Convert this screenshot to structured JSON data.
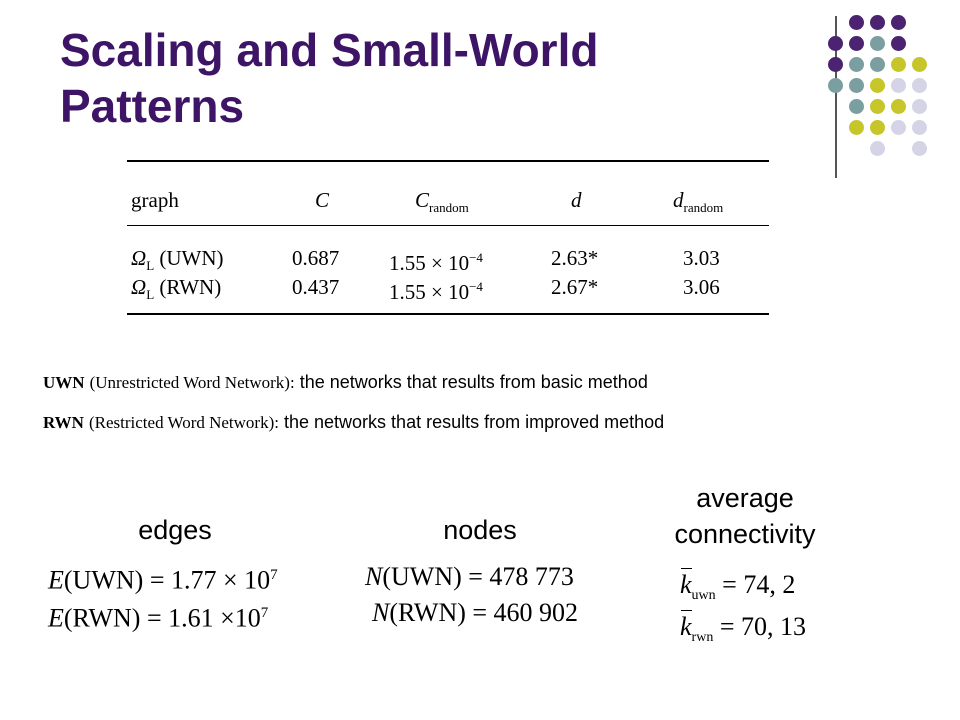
{
  "slide": {
    "title_line1": "Scaling and Small-World",
    "title_line2": "Patterns"
  },
  "colors": {
    "title": "#3d1466",
    "dot_purple": "#4b2370",
    "dot_teal": "#7b9fa0",
    "dot_olive": "#c6c62a",
    "dot_lavender": "#d4d4e6"
  },
  "table": {
    "headers": {
      "graph": "graph",
      "c": "C",
      "c_random_base": "C",
      "c_random_sub": "random",
      "d": "d",
      "d_random_base": "d",
      "d_random_sub": "random"
    },
    "rows": [
      {
        "graph_symbol": "Ω",
        "graph_sub": "L",
        "graph_name": "(UWN)",
        "c": "0.687",
        "c_random": "1.55 × 10",
        "c_random_exp": "−4",
        "d": "2.63*",
        "d_random": "3.03"
      },
      {
        "graph_symbol": "Ω",
        "graph_sub": "L",
        "graph_name": "(RWN)",
        "c": "0.437",
        "c_random": "1.55 × 10",
        "c_random_exp": "−4",
        "d": "2.67*",
        "d_random": "3.06"
      }
    ]
  },
  "definitions": [
    {
      "abbr": "UWN",
      "full": "(Unrestricted Word Network):",
      "desc": "the networks that results from basic method"
    },
    {
      "abbr": "RWN",
      "full": "(Restricted Word Network):",
      "desc": "the networks that results from improved method"
    }
  ],
  "metrics": {
    "edges_label": "edges",
    "nodes_label": "nodes",
    "connectivity_label_line1": "average",
    "connectivity_label_line2": "connectivity",
    "edges": [
      {
        "lhs": "E",
        "arg": "(UWN)",
        "eq": " = 1.77 × 10",
        "exp": "7"
      },
      {
        "lhs": "E",
        "arg": "(RWN)",
        "eq": " = 1.61 ×10",
        "exp": "7"
      }
    ],
    "nodes": [
      {
        "lhs": "N",
        "arg": "(UWN)",
        "eq": " = 478 773"
      },
      {
        "lhs": "N",
        "arg": "(RWN)",
        "eq": " = 460 902"
      }
    ],
    "connectivity": [
      {
        "sym": "k",
        "sub": "uwn",
        "eq": " = 74, 2"
      },
      {
        "sym": "k",
        "sub": "rwn",
        "eq": " = 70, 13"
      }
    ]
  }
}
